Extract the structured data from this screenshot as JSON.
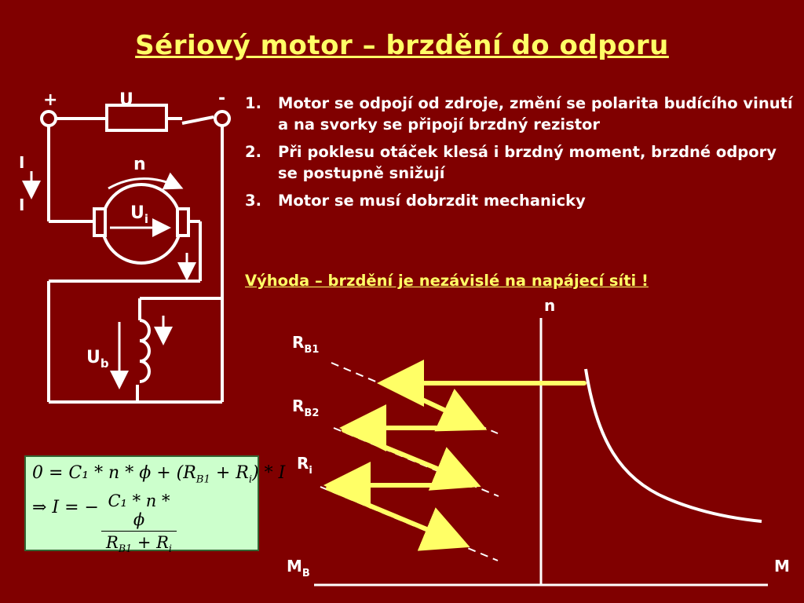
{
  "title": "Sériový motor – brzdění do odporu",
  "bullets": [
    {
      "num": "1.",
      "text": "Motor se odpojí od zdroje, změní se polarita budícího vinutí a na svorky se připojí brzdný rezistor"
    },
    {
      "num": "2.",
      "text": "Při poklesu otáček klesá i brzdný moment, brzdné odpory se postupně snižují"
    },
    {
      "num": "3.",
      "text": "Motor se musí dobrzdit mechanicky"
    }
  ],
  "advantage": "Výhoda – brzdění je nezávislé na napájecí síti !",
  "circuit": {
    "plus": "+",
    "minus": "-",
    "u": "U",
    "current_top": "I",
    "current_bottom": "I",
    "n": "n",
    "ui_main": "U",
    "ui_sub": "i",
    "ub_main": "U",
    "ub_sub": "b"
  },
  "formula": {
    "line1": "0 = C₁ * n * ϕ + (R",
    "line1_sub1": "B1",
    "line1_mid": " + R",
    "line1_sub2": "i",
    "line1_end": ") * I",
    "line2_prefix": "⇒ I = −",
    "numerator": "C₁ * n * ϕ",
    "den_a": "R",
    "den_a_sub": "B1",
    "den_mid": " + R",
    "den_b_sub": "i"
  },
  "graph": {
    "y_axis_label": "n",
    "x_axis_label": "M",
    "mb_main": "M",
    "mb_sub": "B",
    "rb1_main": "R",
    "rb1_sub": "B1",
    "rb2_main": "R",
    "rb2_sub": "B2",
    "ri_main": "R",
    "ri_sub": "i"
  },
  "colors": {
    "background": "#800000",
    "accent": "#ffff66",
    "formula_bg": "#ccffcc"
  }
}
